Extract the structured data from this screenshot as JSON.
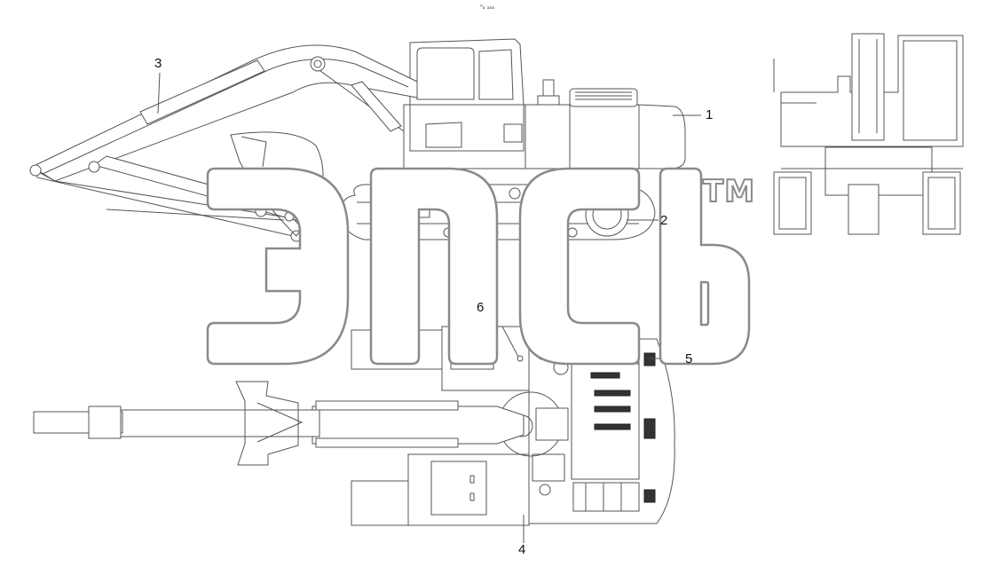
{
  "header": {
    "mark": "⁰ₐ ₐₐₐ"
  },
  "watermark": {
    "tm": "TM"
  },
  "callouts": [
    {
      "id": "1",
      "label": "1"
    },
    {
      "id": "2",
      "label": "2"
    },
    {
      "id": "3",
      "label": "3"
    },
    {
      "id": "4",
      "label": "4"
    },
    {
      "id": "5",
      "label": "5"
    },
    {
      "id": "6",
      "label": "6"
    }
  ],
  "colors": {
    "line": "#555555",
    "watermark_stroke": "#8a8a8a",
    "background": "#ffffff"
  }
}
